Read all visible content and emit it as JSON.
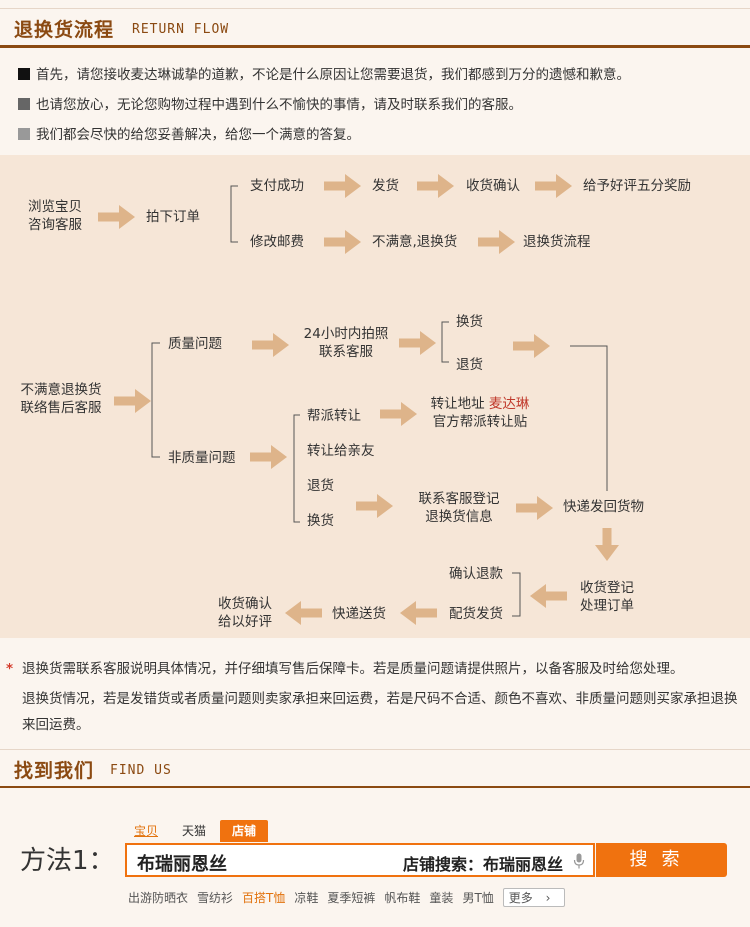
{
  "return_section": {
    "title_cn": "退换货流程",
    "title_en": "RETURN FLOW"
  },
  "intro": [
    {
      "text": "首先，请您接收麦达琳诚挚的道歉，不论是什么原因让您需要退货，我们都感到万分的遗憾和歉意。",
      "color": "#111111"
    },
    {
      "text": "也请您放心，无论您购物过程中遇到什么不愉快的事情，请及时联系我们的客服。",
      "color": "#666666"
    },
    {
      "text": "我们都会尽快的给您妥善解决，给您一个满意的答复。",
      "color": "#999999"
    }
  ],
  "flow": {
    "browse": [
      "浏览宝贝",
      "咨询客服"
    ],
    "order": "拍下订单",
    "pay_success": "支付成功",
    "ship": "发货",
    "receive_confirm": "收货确认",
    "praise_reward": "给予好评五分奖励",
    "modify_postage": "修改邮费",
    "unsatisfied_return": "不满意,退换货",
    "return_flow": "退换货流程",
    "after_sale": [
      "不满意退换货",
      "联络售后客服"
    ],
    "quality_issue": "质量问题",
    "photo_contact": [
      "24小时内拍照",
      "联系客服"
    ],
    "exchange": "换货",
    "return": "退货",
    "non_quality_issue": "非质量问题",
    "assign_transfer": "帮派转让",
    "transfer_friend": "转让给亲友",
    "return_2": "退货",
    "exchange_2": "换货",
    "transfer_addr_prefix": "转让地址",
    "transfer_addr_brand": "麦达琳",
    "transfer_addr_line2": "官方帮派转让贴",
    "contact_register": [
      "联系客服登记",
      "退换货信息"
    ],
    "express_return": "快递发回货物",
    "receive_register": [
      "收货登记",
      "处理订单"
    ],
    "confirm_refund": "确认退款",
    "prepare_ship": "配货发货",
    "express_send": "快递送货",
    "receive_praise": [
      "收货确认",
      "给以好评"
    ]
  },
  "notes": [
    "退换货需联系客服说明具体情况，并仔细填写售后保障卡。若是质量问题请提供照片，以备客服及时给您处理。",
    "退换货情况，若是发错货或者质量问题则卖家承担来回运费，若是尺码不合适、颜色不喜欢、非质量问题则买家承担退换来回运费。"
  ],
  "find_section": {
    "title_cn": "找到我们",
    "title_en": "FIND US"
  },
  "search": {
    "method_label": "方法1：",
    "tabs": [
      "宝贝",
      "天猫",
      "店铺"
    ],
    "active_tab": "店铺",
    "input_value": "布瑞丽恩丝",
    "shop_search_label": "店铺搜索：布瑞丽恩丝",
    "button_label": "搜索",
    "hot_words": [
      "出游防晒衣",
      "雪纺衫",
      "百搭T恤",
      "凉鞋",
      "夏季短裤",
      "帆布鞋",
      "童装",
      "男T恤"
    ],
    "highlight_word": "百搭T恤",
    "more_label": "更多",
    "accent_color": "#f0720f"
  },
  "colors": {
    "header_brown": "#8b4a12",
    "flow_bg": "#f6e6d7",
    "arrow": "#deb48a",
    "star_red": "#d43b2b"
  }
}
